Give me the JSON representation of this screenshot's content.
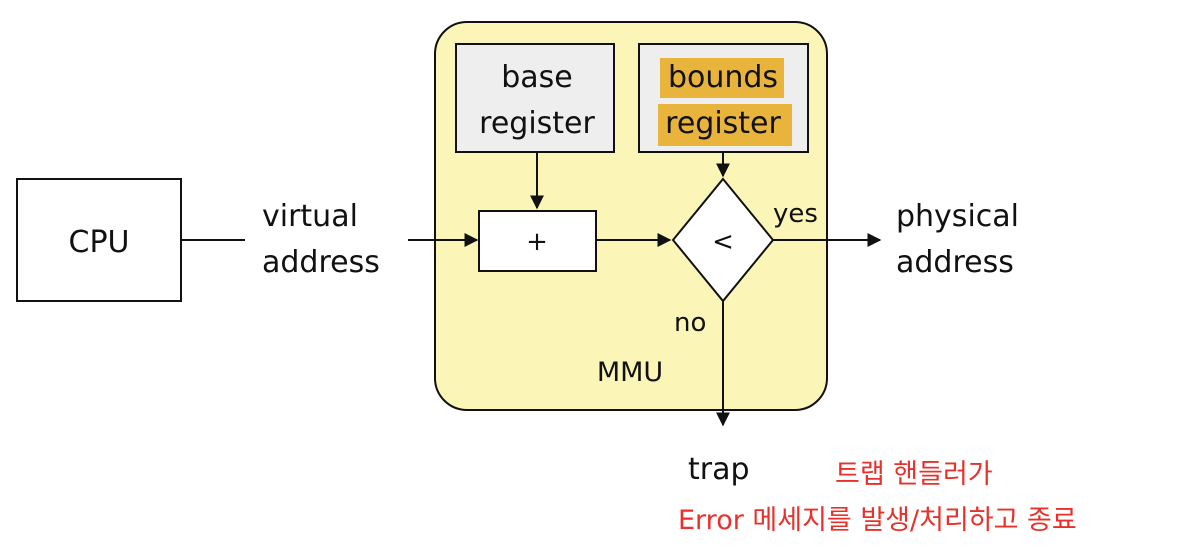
{
  "cpu": {
    "label": "CPU"
  },
  "mmu": {
    "label": "MMU"
  },
  "base_register": {
    "line1": "base",
    "line2": "register"
  },
  "bounds_register": {
    "line1": "bounds",
    "line2": "register"
  },
  "adder": {
    "symbol": "+"
  },
  "comparator": {
    "symbol": "<"
  },
  "virtual_address": {
    "line1": "virtual",
    "line2": "address"
  },
  "physical_address": {
    "line1": "physical",
    "line2": "address"
  },
  "branches": {
    "yes": "yes",
    "no": "no"
  },
  "trap": {
    "label": "trap"
  },
  "note": {
    "line1": "트랩 핸들러가",
    "line2": "Error 메세지를 발생/처리하고 종료"
  },
  "colors": {
    "mmu_fill": "#fbf6b8",
    "register_fill": "#eeeeee",
    "highlight": "#e9b43c",
    "note_text": "#e8312a"
  }
}
